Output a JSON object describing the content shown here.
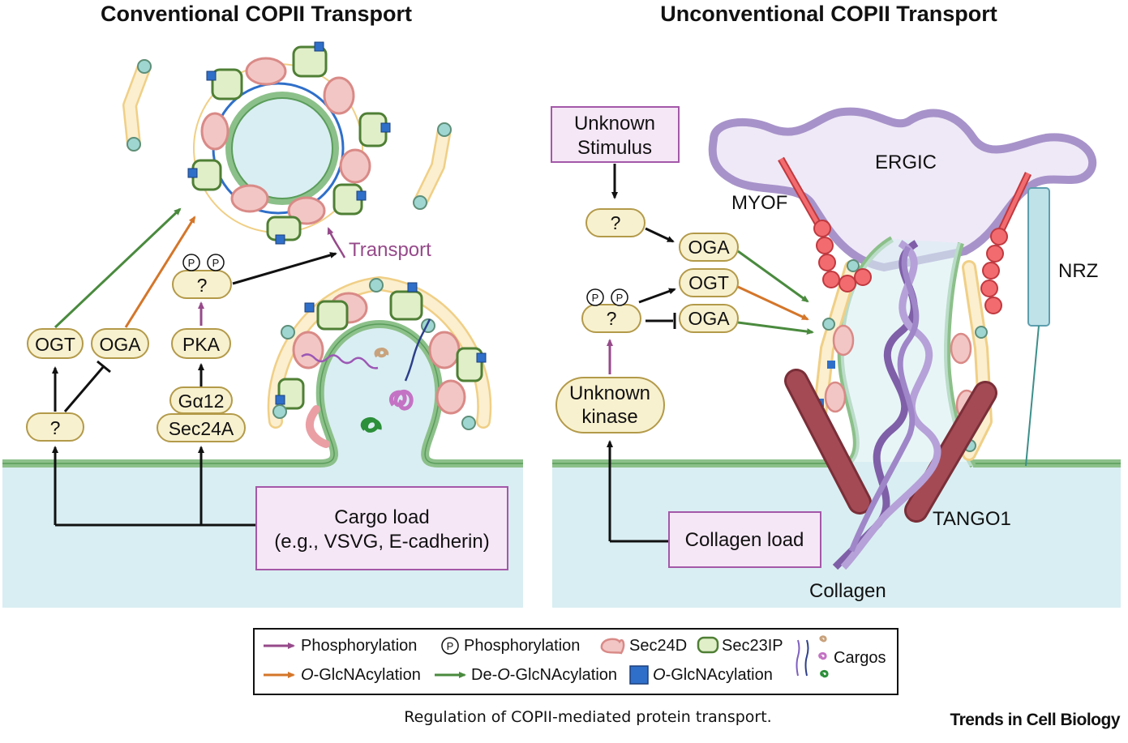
{
  "titles": {
    "left": "Conventional COPII Transport",
    "right": "Unconventional COPII Transport"
  },
  "left_panel": {
    "ogt": "OGT",
    "oga": "OGA",
    "pka": "PKA",
    "unknown_top": "?",
    "unknown_bottom": "?",
    "galpha": "Gα12",
    "sec24a": "Sec24A",
    "transport": "Transport",
    "cargo_line1": "Cargo load",
    "cargo_line2": "(e.g., VSVG, E-cadherin)",
    "p_mark": "P"
  },
  "right_panel": {
    "stimulus_line1": "Unknown",
    "stimulus_line2": "Stimulus",
    "unknown_top": "?",
    "unknown_mid": "?",
    "oga_top": "OGA",
    "ogt": "OGT",
    "oga_bottom": "OGA",
    "kinase_line1": "Unknown",
    "kinase_line2": "kinase",
    "collagen_load": "Collagen load",
    "ergic": "ERGIC",
    "myof": "MYOF",
    "nrz": "NRZ",
    "tango1": "TANGO1",
    "collagen": "Collagen",
    "p_mark": "P"
  },
  "legend": {
    "phosphorylation_arrow": "Phosphorylation",
    "phosphorylation_mark": "Phosphorylation",
    "sec24d": "Sec24D",
    "sec23ip": "Sec23IP",
    "cargos": "Cargos",
    "oglc_arrow_prefix": "O",
    "oglc_arrow_suffix": "-GlcNAcylation",
    "deoglc_prefix": "De-",
    "deoglc_o": "O",
    "deoglc_suffix": "-GlcNAcylation",
    "oglc_mark_prefix": "O",
    "oglc_mark_suffix": "-GlcNAcylation",
    "p_mark": "P"
  },
  "caption": "Regulation of COPII-mediated protein transport.",
  "journal": "Trends in Cell Biology",
  "colors": {
    "membrane_green": "#8cc08a",
    "lumen_blue": "#d9eef2",
    "pill_fill": "#f8f1cf",
    "pill_stroke": "#b39a4a",
    "box_fill": "#f6e7f7",
    "box_stroke": "#a458a8",
    "arrow_black": "#111111",
    "arrow_green": "#4a8a3e",
    "arrow_orange": "#d4762a",
    "arrow_purple": "#964a8a",
    "sec24d": "#f2c6c4",
    "sec23ip": "#e1efc9",
    "oglc_square": "#2f6fc9",
    "ergic_purple": "#a793c9",
    "tango1": "#a44a55",
    "myof": "#f26b6e",
    "nrz": "#bfe1e8"
  }
}
